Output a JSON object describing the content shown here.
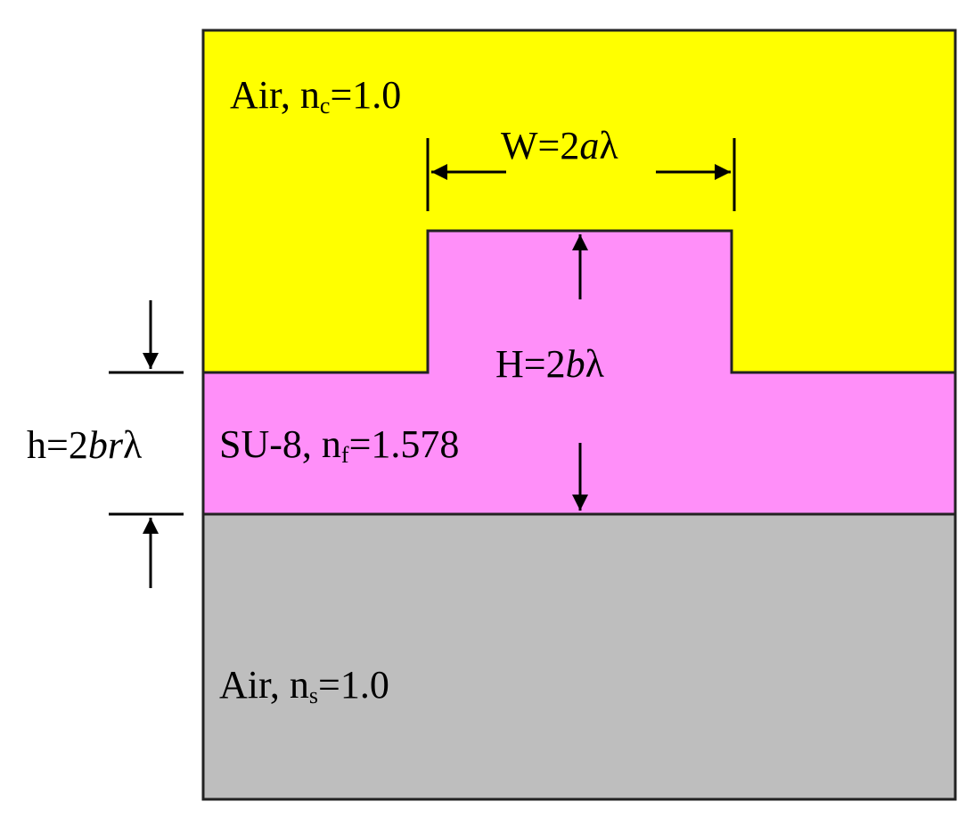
{
  "colors": {
    "cover": "#ffff00",
    "film": "#ff8ff9",
    "substrate": "#bebebe",
    "line": "#000000"
  },
  "cover_label": {
    "main": "Air, n",
    "sub": "c",
    "rest": "=1.0"
  },
  "film_label": {
    "main": "SU-8, n",
    "sub": "f",
    "rest": "=1.578"
  },
  "substrate_label": {
    "main": "Air, n",
    "sub": "s",
    "rest": "=1.0"
  },
  "width_dim": {
    "pre": "W=2",
    "var": "a",
    "post": "λ"
  },
  "ridge_height_dim": {
    "pre": "H=2",
    "var": "b",
    "post": "λ"
  },
  "film_thickness_dim": {
    "pre": "h=2",
    "var": "br",
    "post": "λ"
  }
}
